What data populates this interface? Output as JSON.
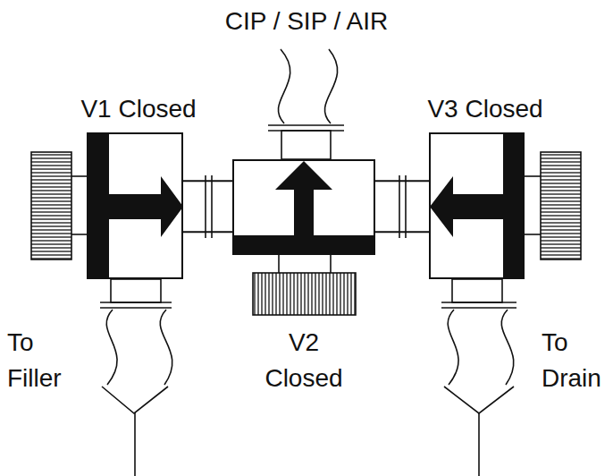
{
  "diagram": {
    "nodes": [
      {
        "text": [
          "V1 Closed"
        ]
      },
      {
        "text": [
          "V2 Closed"
        ]
      },
      {
        "text": [
          "V3 Closed"
        ]
      }
    ],
    "edges": [
      {
        "from": 0,
        "to": 1,
        "arrow": "none"
      },
      {
        "from": 1,
        "to": 2,
        "arrow": "none"
      }
    ],
    "labels": [
      "CIP / SIP / AIR",
      "To Filler",
      "To Drain"
    ]
  }
}
